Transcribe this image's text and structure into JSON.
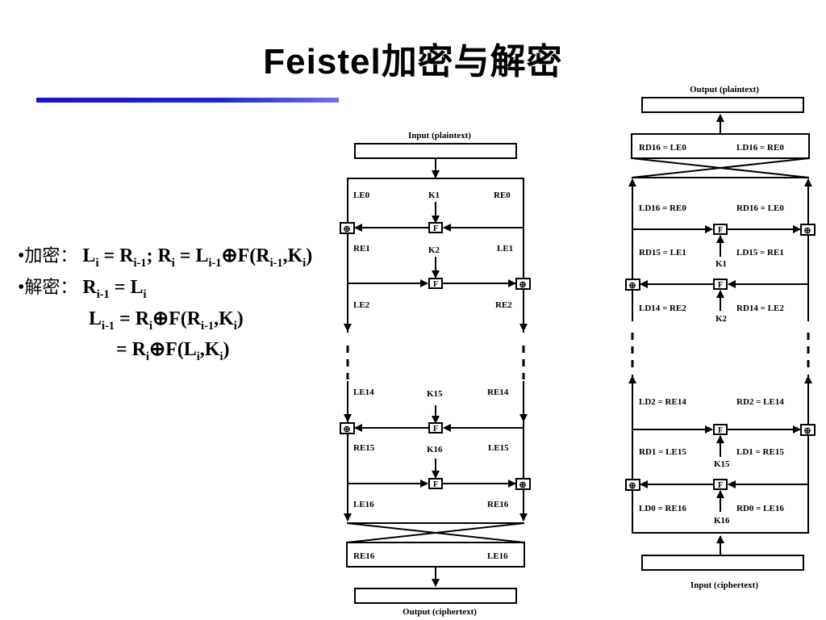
{
  "slide": {
    "title": "Feistel加密与解密"
  },
  "formulas": {
    "enc_bullet": "•",
    "enc_label": "加密：",
    "enc_expr": "Li = Ri-1; Ri = Li-1⊕F(Ri-1,Ki)",
    "dec_bullet": "•",
    "dec_label": "解密：",
    "dec_line1": "Ri-1 = Li",
    "dec_line2": "Li-1 = Ri⊕F(Ri-1,Ki)",
    "dec_line3": "= Ri⊕F(Li,Ki)"
  },
  "encryption_diagram": {
    "input_label": "Input (plaintext)",
    "output_label": "Output (ciphertext)",
    "function_label": "F",
    "labels": {
      "le0": "LE0",
      "re0": "RE0",
      "k1": "K1",
      "re1": "RE1",
      "le1": "LE1",
      "k2": "K2",
      "le2": "LE2",
      "re2": "RE2",
      "le14": "LE14",
      "re14": "RE14",
      "k15": "K15",
      "re15": "RE15",
      "le15": "LE15",
      "k16": "K16",
      "le16": "LE16",
      "re16": "RE16",
      "final_left": "RE16",
      "final_right": "LE16"
    }
  },
  "decryption_diagram": {
    "input_label": "Input (ciphertext)",
    "output_label": "Output (plaintext)",
    "function_label": "F",
    "labels": {
      "top_left": "RD16 = LE0",
      "top_right": "LD16 = RE0",
      "ld16": "LD16 = RE0",
      "rd16": "RD16 = LE0",
      "rd15": "RD15 = LE1",
      "ld15": "LD15 = RE1",
      "k1": "K1",
      "ld14": "LD14 = RE2",
      "rd14": "RD14 = LE2",
      "k2": "K2",
      "ld2": "LD2 = RE14",
      "rd2": "RD2 = LE14",
      "rd1": "RD1 = LE15",
      "ld1": "LD1 = RE15",
      "k15": "K15",
      "ld0": "LD0 = RE16",
      "rd0": "RD0 = LE16",
      "k16": "K16"
    }
  }
}
